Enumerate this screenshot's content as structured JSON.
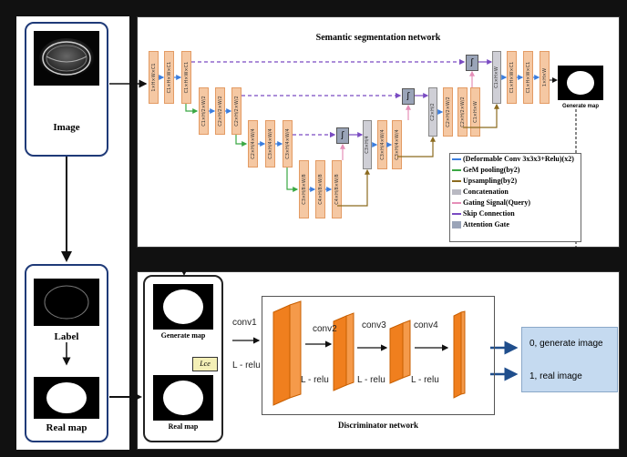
{
  "left_panel": {
    "image_label": "Image",
    "label_label": "Label",
    "realmap_label": "Real map"
  },
  "segmentation": {
    "title": "Semantic segmentation network",
    "generate_map_label": "Generate map",
    "legend": [
      {
        "text": "(Deformable Conv 3x3x3+Relu)(x2)",
        "color": "#3b7ddd"
      },
      {
        "text": "GeM pooling(by2)",
        "color": "#3aa843"
      },
      {
        "text": "Upsampling(by2)",
        "color": "#8b6a1e"
      },
      {
        "text": "Concatenation",
        "color": "#b9b9c2"
      },
      {
        "text": "Gating Signal(Query)",
        "color": "#e58fb8"
      },
      {
        "text": "Skip Connection",
        "color": "#7a4bc2"
      },
      {
        "text": "Attention Gate",
        "color": "#9aa4b8"
      }
    ]
  },
  "discriminator": {
    "title": "Discriminator network",
    "generate_map_label": "Generate map",
    "real_map_label": "Real map",
    "loss_symbol": "Lce",
    "conv_labels": [
      "conv1",
      "conv2",
      "conv3",
      "conv4"
    ],
    "act_labels": [
      "L - relu",
      "L - relu",
      "L - relu",
      "L - relu"
    ],
    "outputs": [
      "0, generate image",
      "1, real image"
    ]
  },
  "colors": {
    "block_fill": "#f5c8a3",
    "conv_block": "#f07f1e",
    "box_border": "#1f3a78",
    "output_fill": "#c5daf0"
  }
}
